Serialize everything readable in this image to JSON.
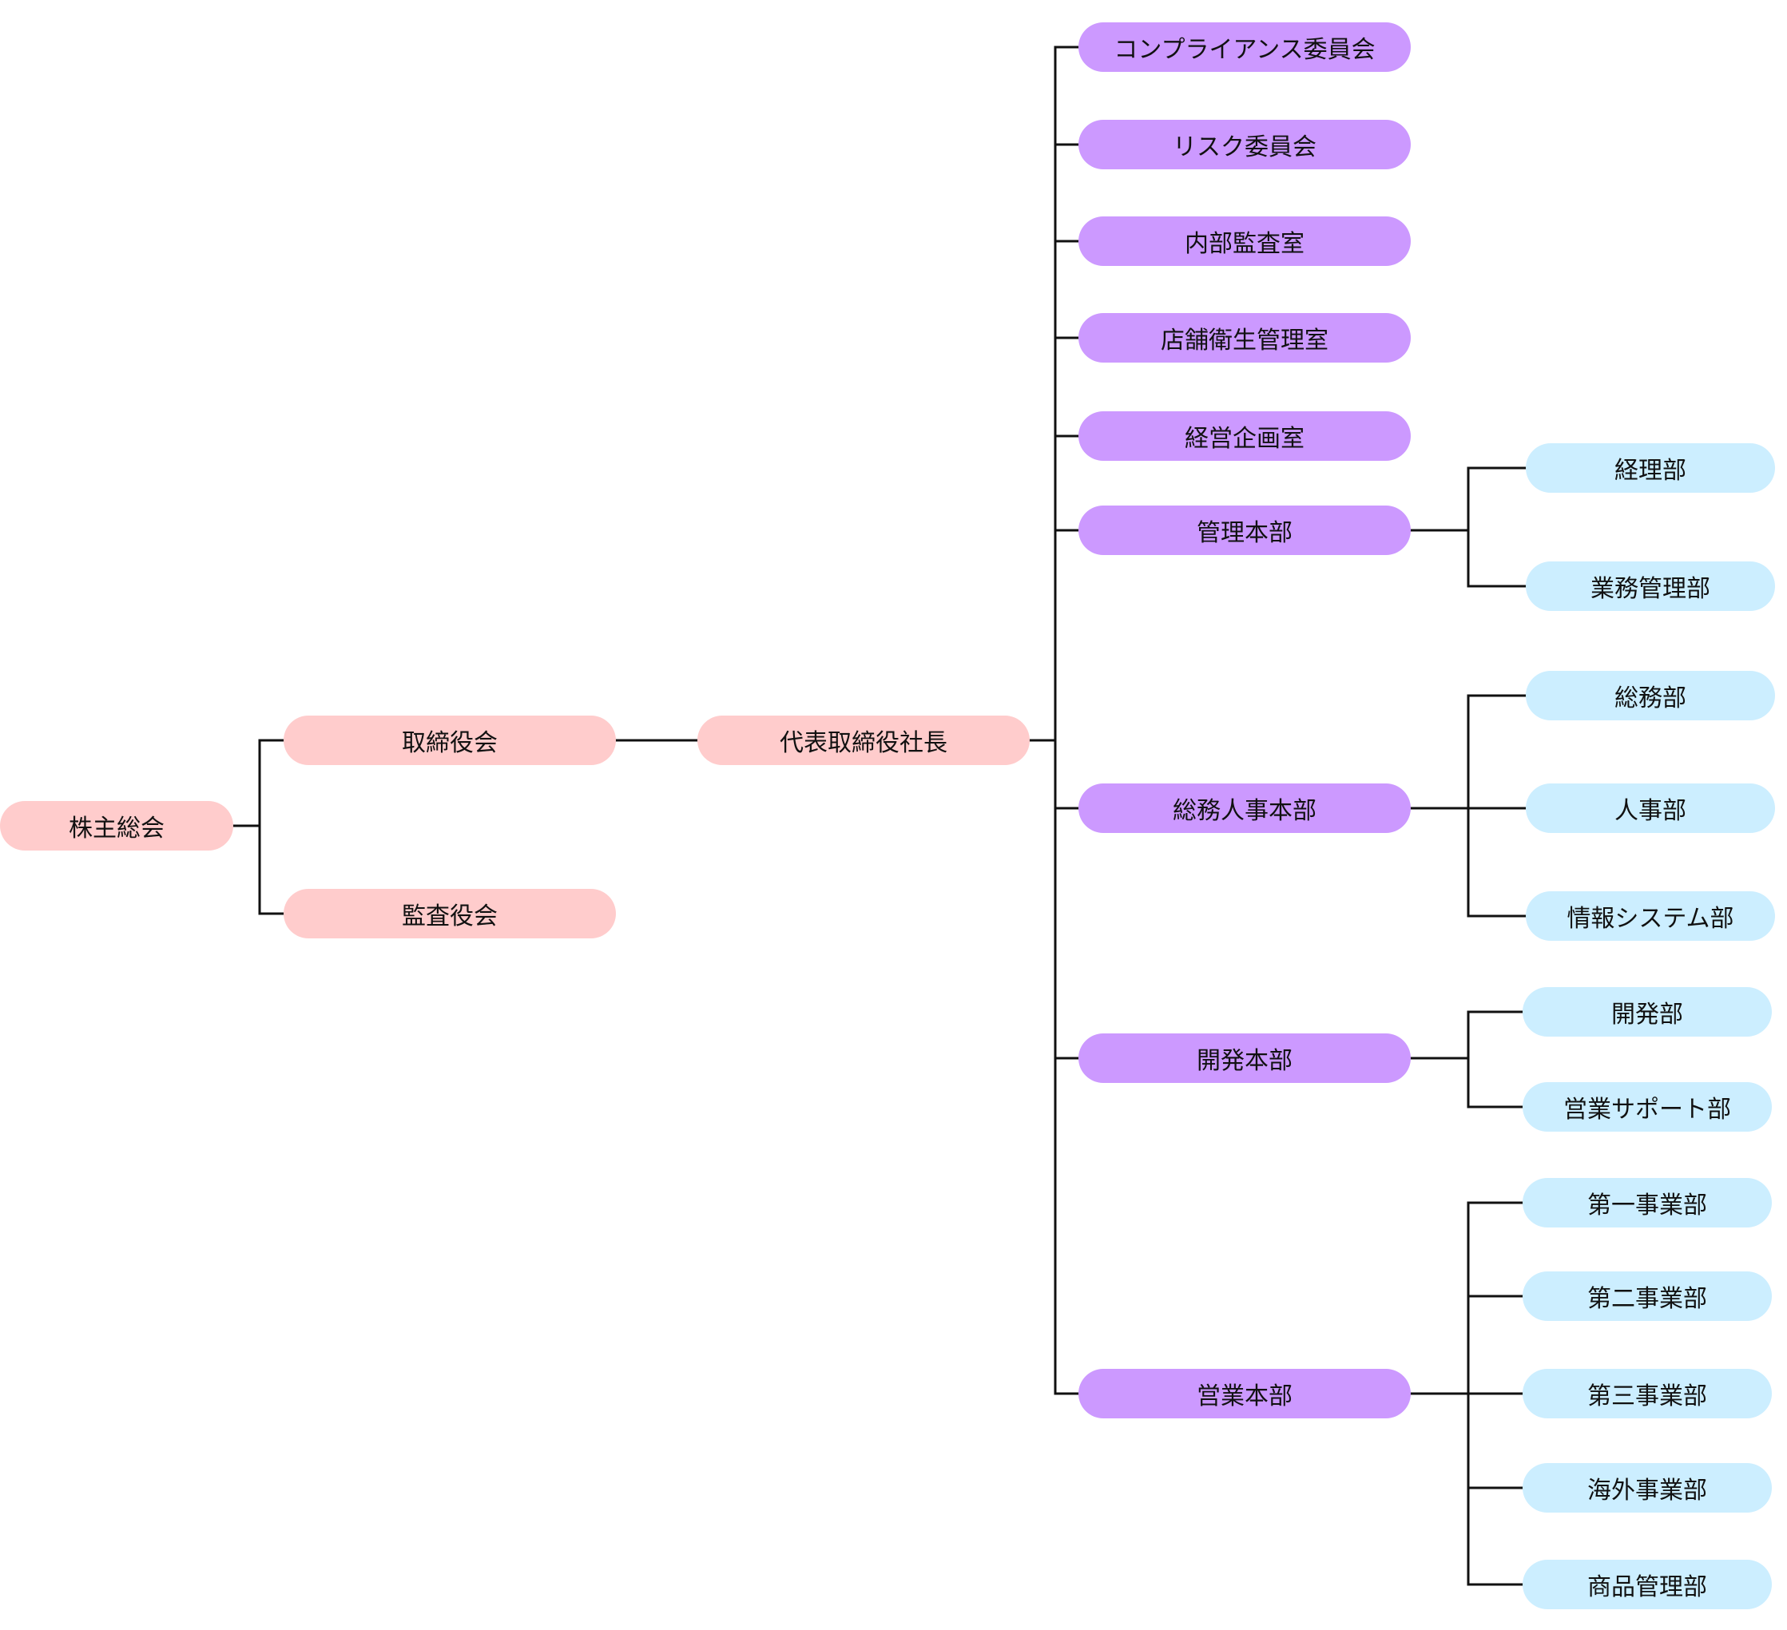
{
  "colors": {
    "top_level": "#ffcccc",
    "executive_unit": "#cc99ff",
    "department": "#cceeff",
    "connector": "#111111"
  },
  "nodes": {
    "shareholders": "株主総会",
    "board": "取締役会",
    "auditors": "監査役会",
    "president": "代表取締役社長",
    "compliance": "コンプライアンス委員会",
    "risk": "リスク委員会",
    "internal_audit": "内部監査室",
    "store_hygiene": "店舗衛生管理室",
    "corp_planning": "経営企画室",
    "admin_hq": "管理本部",
    "ga_hr_hq": "総務人事本部",
    "dev_hq": "開発本部",
    "sales_hq": "営業本部",
    "accounting": "経理部",
    "ops_mgmt": "業務管理部",
    "general_affairs": "総務部",
    "hr": "人事部",
    "info_systems": "情報システム部",
    "development": "開発部",
    "sales_support": "営業サポート部",
    "biz1": "第一事業部",
    "biz2": "第二事業部",
    "biz3": "第三事業部",
    "overseas": "海外事業部",
    "product_mgmt": "商品管理部"
  }
}
